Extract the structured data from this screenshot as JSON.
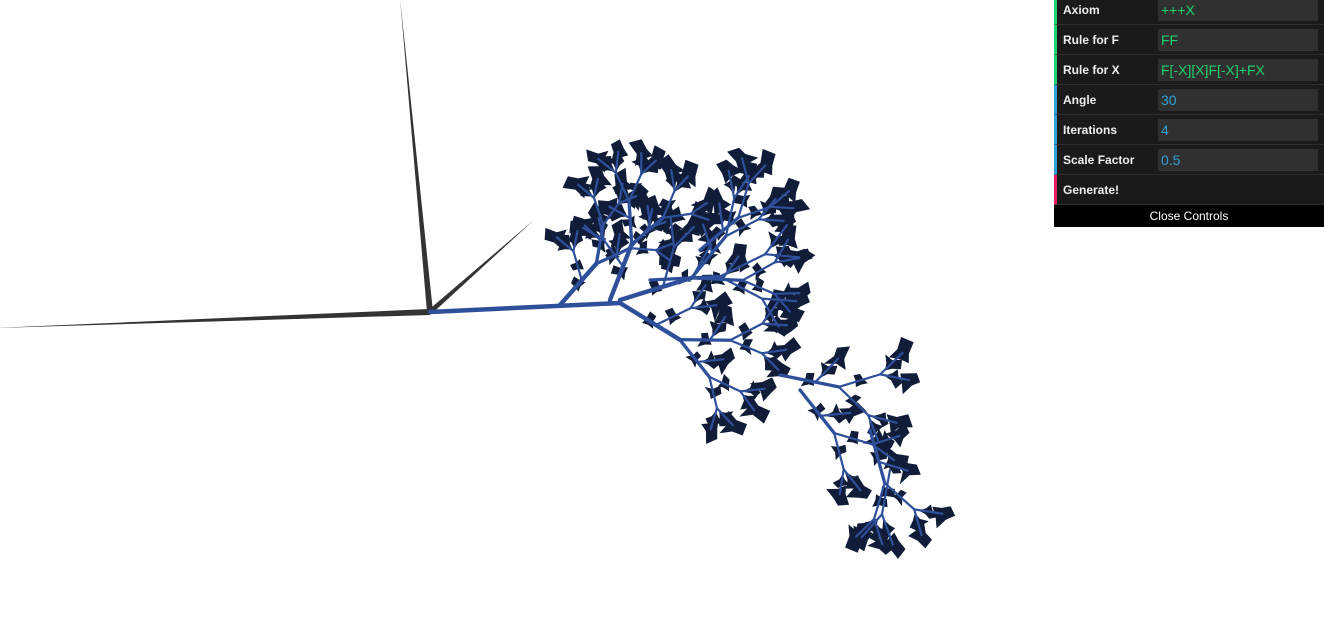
{
  "controls": {
    "axiom": {
      "label": "Axiom",
      "value": "+++X"
    },
    "rule_f": {
      "label": "Rule for F",
      "value": "FF"
    },
    "rule_x": {
      "label": "Rule for X",
      "value": "F[-X][X]F[-X]+FX"
    },
    "angle": {
      "label": "Angle",
      "value": "30"
    },
    "iterations": {
      "label": "Iterations",
      "value": "4"
    },
    "scale_factor": {
      "label": "Scale Factor",
      "value": "0.5"
    },
    "generate_label": "Generate!",
    "close_label": "Close Controls"
  },
  "colors": {
    "branch": "#2e4f9a",
    "leaf": "#101c38",
    "axis": "#333333",
    "panel_bg": "#1a1a1a",
    "string_accent": "#1ed36f",
    "number_accent": "#2fa1d6",
    "function_accent": "#e61d5f"
  }
}
